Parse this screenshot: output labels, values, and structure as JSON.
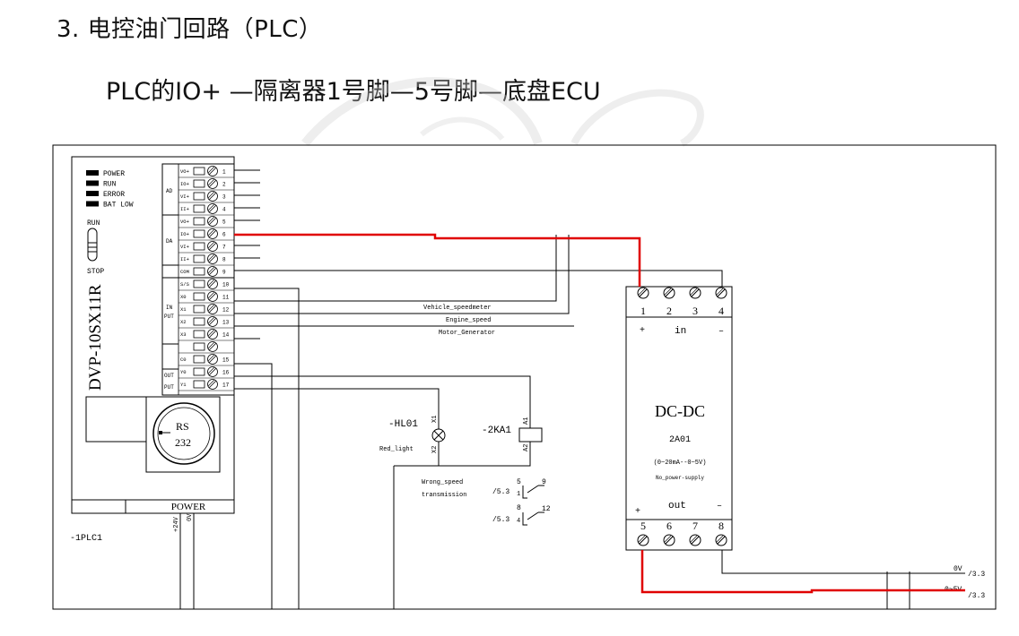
{
  "slide": {
    "title": "3. 电控油门回路（PLC）",
    "subtitle": "PLC的IO+  —隔离器1号脚—5号脚—底盘ECU"
  },
  "plc": {
    "model": "DVP-10SX11R",
    "designator": "-1PLC1",
    "power_label": "POWER",
    "switch_run": "RUN",
    "switch_stop": "STOP",
    "rs232_line1": "RS",
    "rs232_line2": "232",
    "supply_24v": "+24V",
    "supply_0v": "0V",
    "indicators": [
      "POWER",
      "RUN",
      "ERROR",
      "BAT LOW"
    ],
    "groups": {
      "ad": "AD",
      "da": "DA",
      "in1": "IN",
      "in2": "PUT",
      "out1": "OUT",
      "out2": "PUT"
    },
    "terminals": [
      {
        "label": "VO+",
        "num": "1"
      },
      {
        "label": "IO+",
        "num": "2"
      },
      {
        "label": "VI+",
        "num": "3"
      },
      {
        "label": "II+",
        "num": "4"
      },
      {
        "label": "VO+",
        "num": "5"
      },
      {
        "label": "IO+",
        "num": "6"
      },
      {
        "label": "VI+",
        "num": "7"
      },
      {
        "label": "II+",
        "num": "8"
      },
      {
        "label": "COM",
        "num": "9"
      },
      {
        "label": "S/S",
        "num": "10"
      },
      {
        "label": "X0",
        "num": "11"
      },
      {
        "label": "X1",
        "num": "12"
      },
      {
        "label": "X2",
        "num": "13"
      },
      {
        "label": "X3",
        "num": "14"
      },
      {
        "label": "",
        "num": ""
      },
      {
        "label": "C0",
        "num": "15"
      },
      {
        "label": "Y0",
        "num": "16"
      },
      {
        "label": "Y1",
        "num": "17"
      }
    ]
  },
  "signals": {
    "vehicle_speedmeter": "Vehicle_speedmeter",
    "engine_speed": "Engine_speed",
    "motor_generator": "Motor_Generator",
    "wrong_speed": "Wrong_speed",
    "transmission": "transmission"
  },
  "lamp": {
    "designator": "-HL01",
    "name": "Red_light",
    "pin_x1": "X1",
    "pin_x2": "X2"
  },
  "relay": {
    "designator": "-2KA1",
    "pin_a1": "A1",
    "pin_a2": "A2",
    "contacts": [
      {
        "ref": "/5.3",
        "left_num": "5",
        "right_num": "9",
        "base_num": "1"
      },
      {
        "ref": "/5.3",
        "left_num": "8",
        "right_num": "12",
        "base_num": "4"
      }
    ]
  },
  "dcdc": {
    "title": "DC-DC",
    "model": "2A01",
    "range": "(0~20mA--0~5V)",
    "supply": "No_power-supply",
    "in_label": "in",
    "out_label": "out",
    "plus": "+",
    "minus": "–",
    "top_terminals": [
      "1",
      "2",
      "3",
      "4"
    ],
    "bottom_terminals": [
      "5",
      "6",
      "7",
      "8"
    ]
  },
  "outputs": [
    {
      "label": "0V",
      "ref": "/3.3"
    },
    {
      "label": "0~5V",
      "ref": "/3.3"
    }
  ],
  "colors": {
    "wire": "#000000",
    "highlight": "#e00000",
    "watermark": "#d9d9d9"
  }
}
